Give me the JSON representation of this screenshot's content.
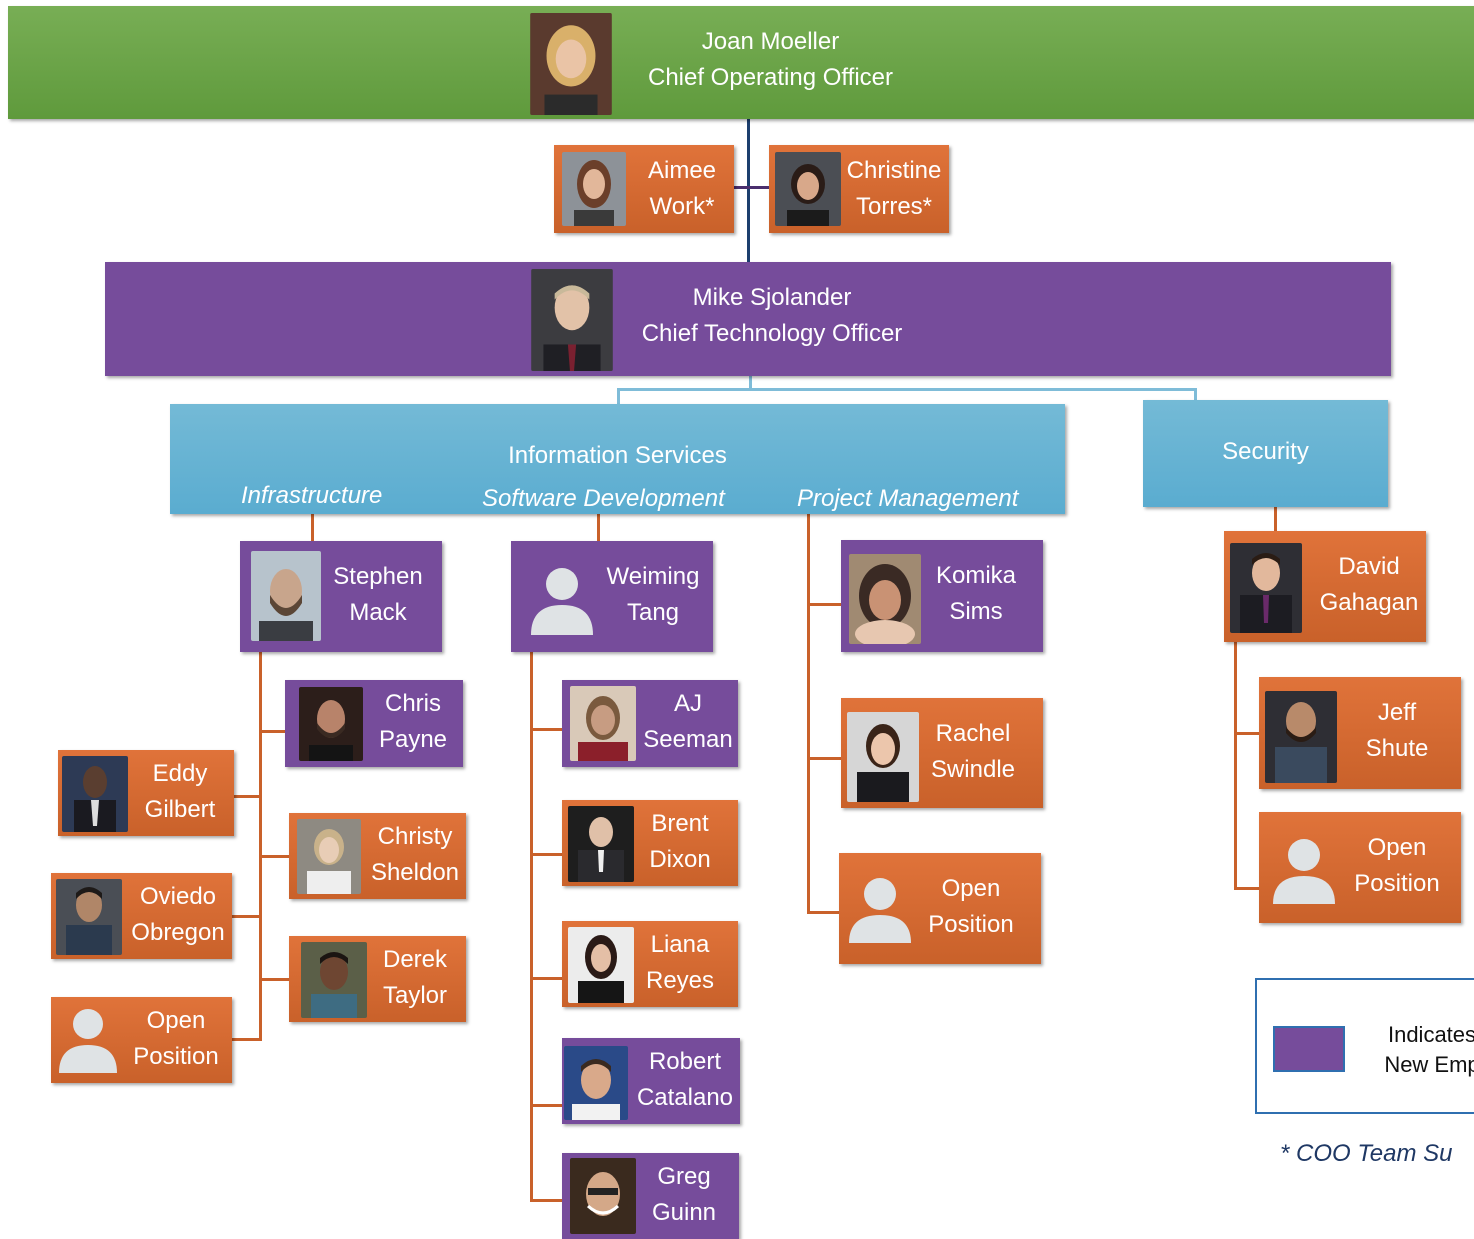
{
  "coo": {
    "name": "Joan Moeller",
    "title": "Chief Operating Officer"
  },
  "coo_team": [
    {
      "line1": "Aimee",
      "line2": "Work*"
    },
    {
      "line1": "Christine",
      "line2": "Torres*"
    }
  ],
  "cto": {
    "name": "Mike Sjolander",
    "title": "Chief Technology Officer"
  },
  "departments": {
    "info_services": {
      "name": "Information Services",
      "groups": [
        "Infrastructure",
        "Software Development",
        "Project Management"
      ]
    },
    "security": {
      "name": "Security"
    }
  },
  "people": {
    "stephen": {
      "line1": "Stephen",
      "line2": "Mack"
    },
    "chris": {
      "line1": "Chris",
      "line2": "Payne"
    },
    "eddy": {
      "line1": "Eddy",
      "line2": "Gilbert"
    },
    "christy": {
      "line1": "Christy",
      "line2": "Sheldon"
    },
    "oviedo": {
      "line1": "Oviedo",
      "line2": "Obregon"
    },
    "derek": {
      "line1": "Derek",
      "line2": "Taylor"
    },
    "infra_open": {
      "line1": "Open",
      "line2": "Position"
    },
    "weiming": {
      "line1": "Weiming",
      "line2": "Tang"
    },
    "aj": {
      "line1": "AJ",
      "line2": "Seeman"
    },
    "brent": {
      "line1": "Brent",
      "line2": "Dixon"
    },
    "liana": {
      "line1": "Liana",
      "line2": "Reyes"
    },
    "robert": {
      "line1": "Robert",
      "line2": "Catalano"
    },
    "greg": {
      "line1": "Greg",
      "line2": "Guinn"
    },
    "komika": {
      "line1": "Komika",
      "line2": "Sims"
    },
    "rachel": {
      "line1": "Rachel",
      "line2": "Swindle"
    },
    "pm_open": {
      "line1": "Open",
      "line2": "Position"
    },
    "david": {
      "line1": "David",
      "line2": "Gahagan"
    },
    "jeff": {
      "line1": "Jeff",
      "line2": "Shute"
    },
    "sec_open": {
      "line1": "Open",
      "line2": "Position"
    }
  },
  "legend": {
    "line1": "Indicates",
    "line2": "New Emp"
  },
  "footnote": "* COO Team Su",
  "colors": {
    "coo": "#6aa446",
    "new_employee": "#764c9b",
    "employee": "#d86b33",
    "department": "#62b0d2",
    "connector": "#c9612a"
  },
  "icons": {
    "photo": "person-photo-icon",
    "open": "person-silhouette-icon"
  }
}
